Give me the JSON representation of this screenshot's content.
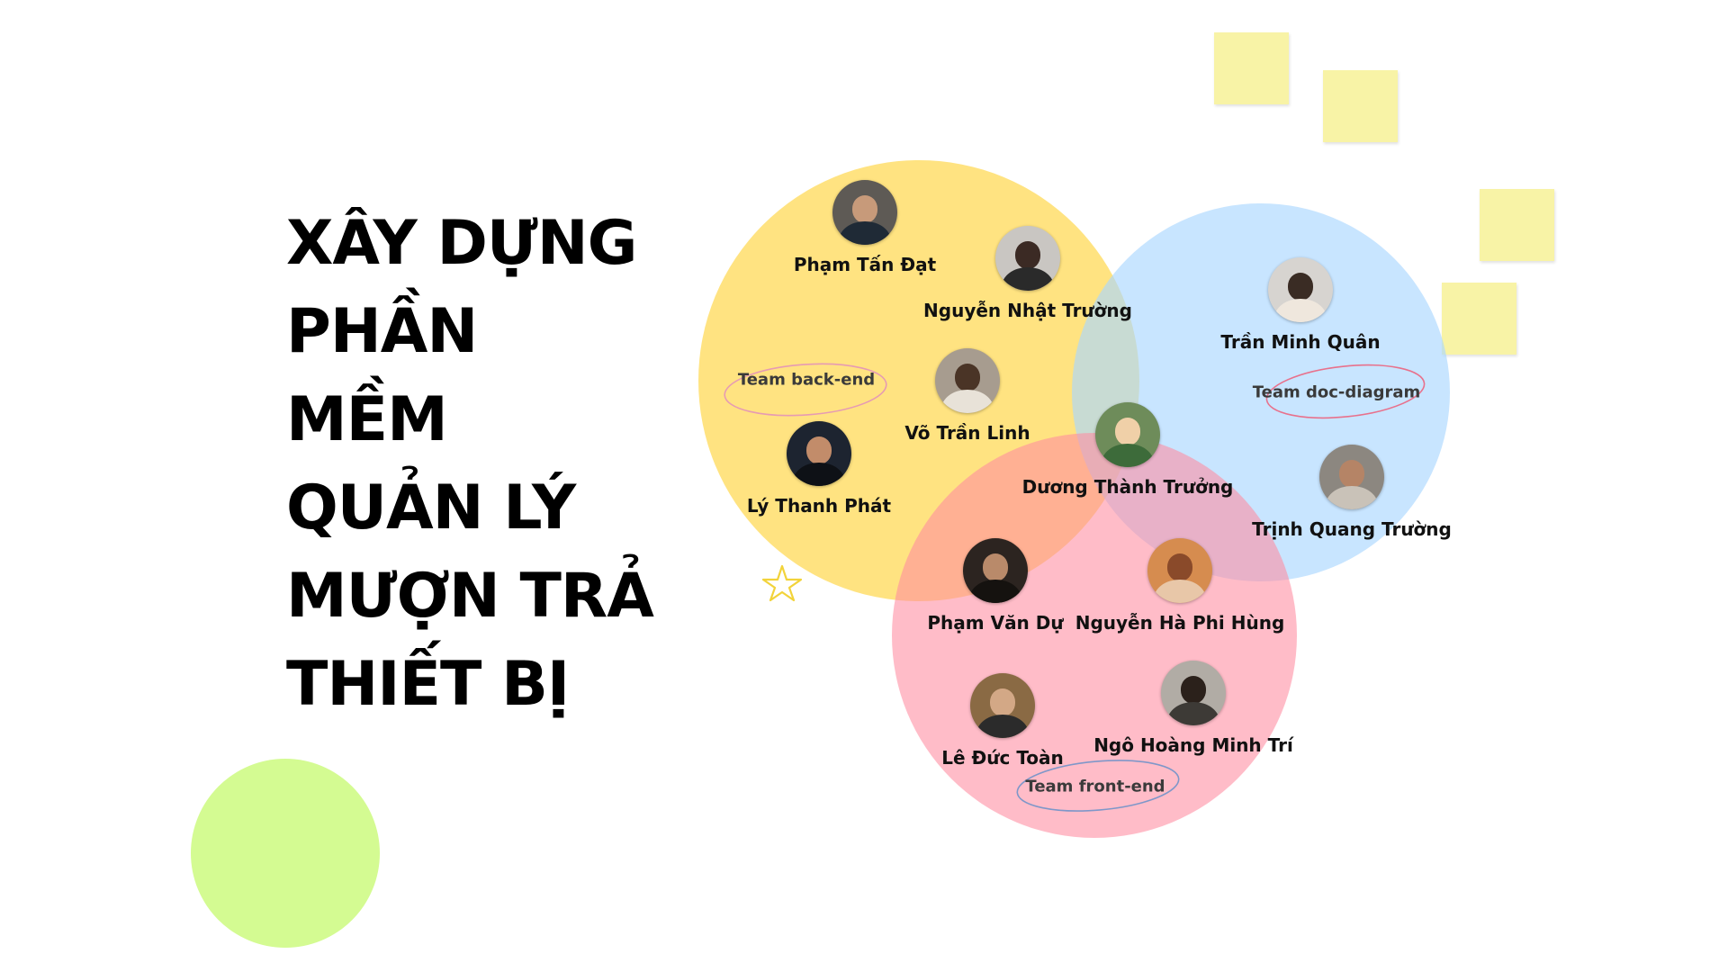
{
  "title_lines": [
    "XÂY DỰNG",
    "PHẦN",
    "MỀM",
    "QUẢN LÝ",
    "MƯỢN TRẢ",
    "THIẾT BỊ"
  ],
  "teams": {
    "backend": {
      "label": "Team back-end",
      "color": "#fddc6e"
    },
    "doc_diagram": {
      "label": "Team doc-diagram",
      "color": "#bfe0ff"
    },
    "frontend": {
      "label": "Team front-end",
      "color": "#fdb6c0"
    }
  },
  "members": [
    {
      "name": "Phạm Tấn Đạt"
    },
    {
      "name": "Nguyễn Nhật Trường"
    },
    {
      "name": "Võ Trần Linh"
    },
    {
      "name": "Lý Thanh Phát"
    },
    {
      "name": "Dương Thành Trưởng"
    },
    {
      "name": "Trần Minh Quân"
    },
    {
      "name": "Trịnh Quang Trường"
    },
    {
      "name": "Phạm Văn Dự"
    },
    {
      "name": "Nguyễn Hà Phi Hùng"
    },
    {
      "name": "Lê Đức Toàn"
    },
    {
      "name": "Ngô Hoàng Minh Trí"
    }
  ]
}
